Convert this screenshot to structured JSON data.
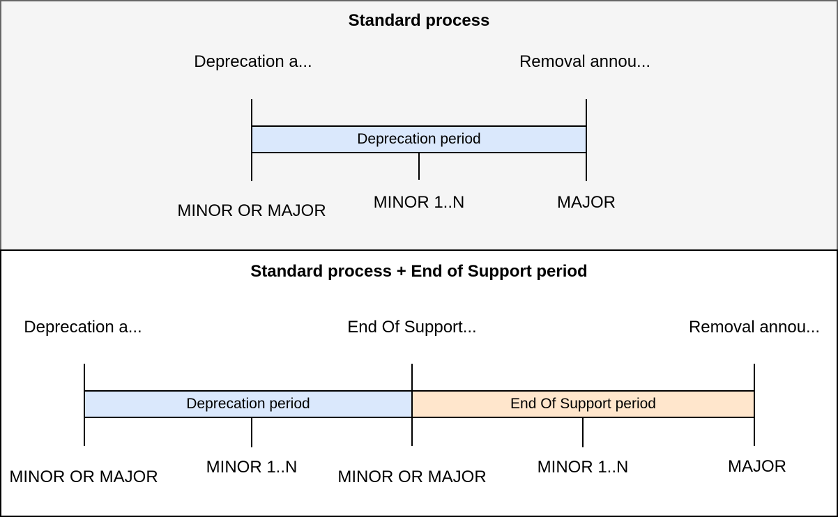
{
  "diagram": {
    "colors": {
      "panel1_bg": "#f5f5f5",
      "panel1_border": "#666666",
      "panel2_bg": "#ffffff",
      "panel2_border": "#000000",
      "deprecation_fill": "#dae8fc",
      "end_of_support_fill": "#ffe6cc",
      "line": "#000000"
    },
    "panels": [
      {
        "title": "Standard process",
        "annotations": [
          {
            "label": "Deprecation a..."
          },
          {
            "label": "Removal annou..."
          }
        ],
        "bars": [
          {
            "label": "Deprecation period"
          }
        ],
        "milestones": [
          {
            "label": "MINOR OR MAJOR"
          },
          {
            "label": "MINOR 1..N"
          },
          {
            "label": "MAJOR"
          }
        ]
      },
      {
        "title": "Standard process + End of Support period",
        "annotations": [
          {
            "label": "Deprecation a..."
          },
          {
            "label": "End Of Support..."
          },
          {
            "label": "Removal annou..."
          }
        ],
        "bars": [
          {
            "label": "Deprecation period"
          },
          {
            "label": "End Of Support period"
          }
        ],
        "milestones": [
          {
            "label": "MINOR OR MAJOR"
          },
          {
            "label": "MINOR 1..N"
          },
          {
            "label": "MINOR OR MAJOR"
          },
          {
            "label": "MINOR 1..N"
          },
          {
            "label": "MAJOR"
          }
        ]
      }
    ]
  }
}
